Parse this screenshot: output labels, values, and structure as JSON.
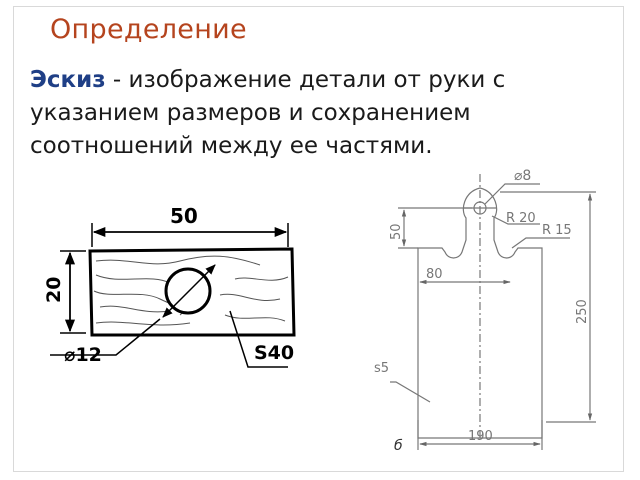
{
  "slide": {
    "title": "Определение",
    "definition": {
      "term": "Эскиз",
      "text": " - изображение детали от руки с указанием размеров и сохранением соотношений между ее частями."
    }
  },
  "sketch_left": {
    "dim_width": "50",
    "dim_height": "20",
    "dim_hole": "⌀12",
    "dim_thickness": "S40"
  },
  "sketch_right": {
    "dim_hole": "⌀8",
    "dim_r20": "R 20",
    "dim_r15": "R 15",
    "dim_50": "50",
    "dim_80": "80",
    "dim_250": "250",
    "dim_190": "190",
    "dim_s5": "s5",
    "label": "б"
  }
}
